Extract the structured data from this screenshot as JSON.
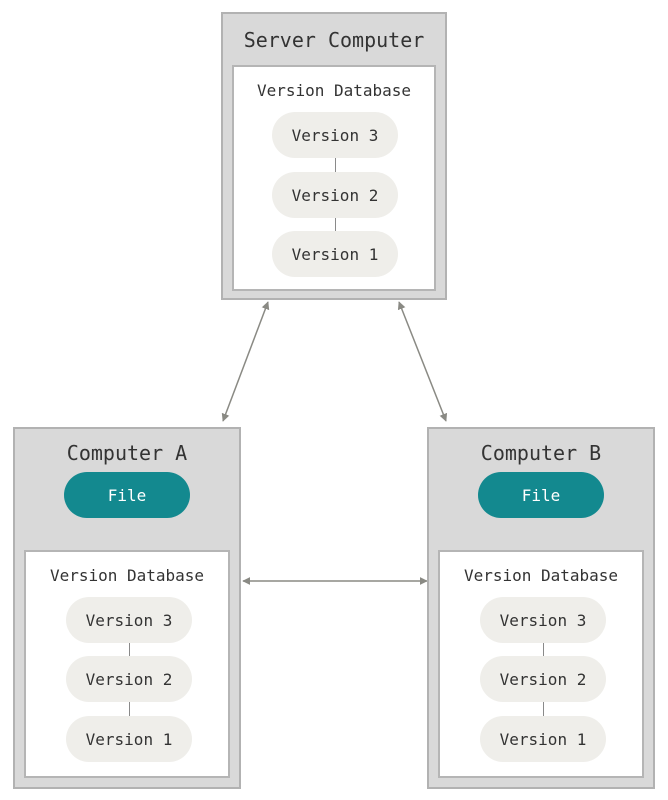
{
  "server": {
    "title": "Server Computer",
    "db_title": "Version Database",
    "versions": [
      "Version 3",
      "Version 2",
      "Version 1"
    ]
  },
  "computer_a": {
    "title": "Computer A",
    "file_label": "File",
    "db_title": "Version Database",
    "versions": [
      "Version 3",
      "Version 2",
      "Version 1"
    ]
  },
  "computer_b": {
    "title": "Computer B",
    "file_label": "File",
    "db_title": "Version Database",
    "versions": [
      "Version 3",
      "Version 2",
      "Version 1"
    ]
  },
  "colors": {
    "computer_bg": "#d9d9d9",
    "file_bg": "#13898f",
    "version_bg": "#efeeea",
    "arrow": "#8a8a84"
  }
}
